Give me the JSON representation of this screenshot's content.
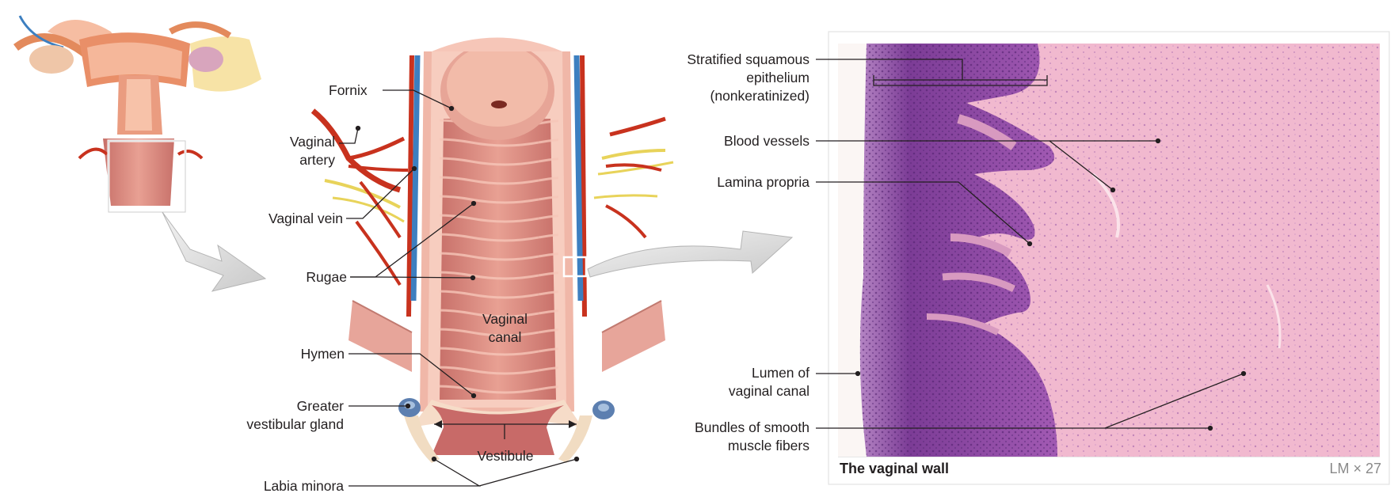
{
  "labels": {
    "fornix": "Fornix",
    "vaginal_artery": "Vaginal\nartery",
    "vaginal_vein": "Vaginal vein",
    "rugae": "Rugae",
    "vaginal_canal": "Vaginal\ncanal",
    "hymen": "Hymen",
    "greater_vestibular_gland": "Greater\nvestibular gland",
    "vestibule": "Vestibule",
    "labia_minora": "Labia minora",
    "stratified_squamous": "Stratified squamous\nepithelium\n(nonkeratinized)",
    "blood_vessels": "Blood vessels",
    "lamina_propria": "Lamina propria",
    "lumen": "Lumen of\nvaginal canal",
    "smooth_muscle": "Bundles of smooth\nmuscle fibers"
  },
  "micrograph": {
    "title": "The vaginal wall",
    "magnification": "LM × 27"
  },
  "colors": {
    "mucosa": "#d98a82",
    "artery": "#c8321e",
    "vein": "#3d7fc0",
    "nerve": "#e8d35a",
    "epithelium_stain": "#8a3f9a",
    "lamina_stain": "#f0b8cf"
  }
}
